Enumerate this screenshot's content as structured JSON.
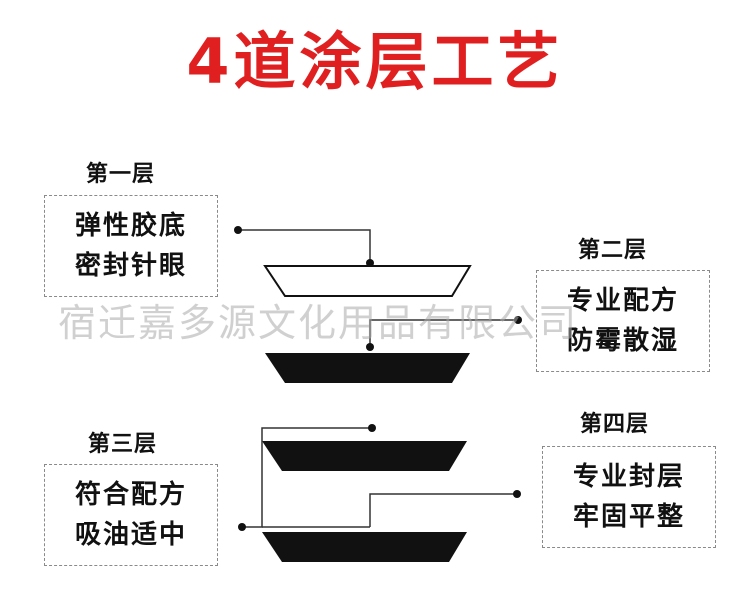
{
  "title": "4道涂层工艺",
  "watermark": "宿迁嘉多源文化用品有限公司",
  "layers": [
    {
      "name": "第一层",
      "lines": [
        "弹性胶底",
        "密封针眼"
      ]
    },
    {
      "name": "第二层",
      "lines": [
        "专业配方",
        "防霉散湿"
      ]
    },
    {
      "name": "第三层",
      "lines": [
        "符合配方",
        "吸油适中"
      ]
    },
    {
      "name": "第四层",
      "lines": [
        "专业封层",
        "牢固平整"
      ]
    }
  ],
  "colors": {
    "title": "#e02020",
    "text": "#111111",
    "border": "#8a8a8a"
  }
}
